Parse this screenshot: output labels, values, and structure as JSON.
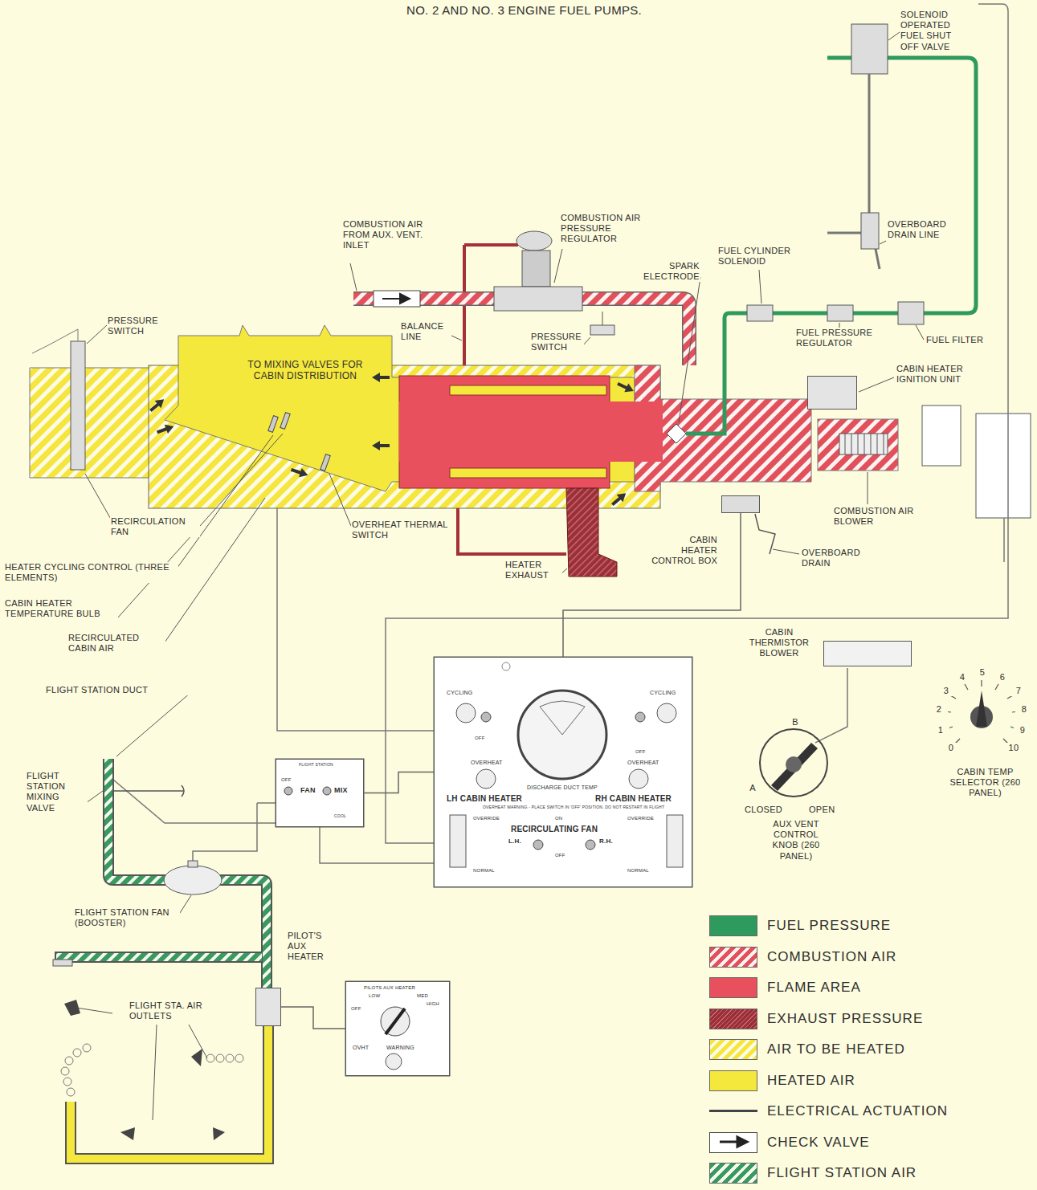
{
  "diagram": {
    "nodes": [
      {
        "text": [
          "TO MIXING VALVES FOR CABIN DISTRIBUTION"
        ]
      },
      {
        "text": [
          "CABIN HEATER CONTROL BOX"
        ]
      },
      {
        "text": [
          "CABIN THERMISTOR BLOWER"
        ]
      },
      {
        "text": [
          "CYCLING",
          "CYCLING",
          "OFF",
          "OFF",
          "OVERHEAT",
          "OVERHEAT",
          "DISCHARGE DUCT TEMP",
          "LH CABIN HEATER",
          "RH CABIN HEATER",
          "OVERHEAT WARNING - PLACE SWITCH IN 'OFF' POSITION. DO NOT RESTART IN FLIGHT",
          "OVERRIDE",
          "ON",
          "OVERRIDE",
          "RECIRCULATING FAN",
          "L.H.",
          "R.H.",
          "OFF",
          "NORMAL",
          "NORMAL"
        ]
      },
      {
        "text": [
          "FLIGHT STATION",
          "OFF",
          "FAN",
          "MIX",
          "COOL"
        ]
      },
      {
        "text": [
          "PILOTS AUX HEATER",
          "LOW",
          "MED",
          "HIGH",
          "OFF",
          "OVHT",
          "WARNING"
        ]
      },
      {
        "text": [
          "CABIN HEATER IGNITION UNIT"
        ]
      },
      {
        "text": [
          "PILOT'S AUX HEATER"
        ]
      }
    ],
    "edges": [
      {
        "from": 1,
        "to": 3,
        "arrow": "none"
      },
      {
        "from": 5,
        "to": 7,
        "arrow": "none"
      },
      {
        "from": 4,
        "to": 3,
        "arrow": "none"
      }
    ],
    "labels": [
      "NO. 2 AND NO. 3 ENGINE FUEL PUMPS.",
      "SOLENOID OPERATED FUEL SHUT OFF VALVE",
      "OVERBOARD DRAIN LINE",
      "COMBUSTION AIR FROM AUX. VENT. INLET",
      "COMBUSTION AIR PRESSURE REGULATOR",
      "SPARK ELECTRODE",
      "FUEL CYLINDER SOLENOID",
      "PRESSURE SWITCH",
      "BALANCE LINE",
      "PRESSURE SWITCH",
      "FUEL PRESSURE REGULATOR",
      "FUEL FILTER",
      "COMBUSTION AIR BLOWER",
      "RECIRCULATION FAN",
      "OVERHEAT THERMAL SWITCH",
      "OVERBOARD DRAIN",
      "HEATER EXHAUST",
      "HEATER CYCLING CONTROL (THREE ELEMENTS)",
      "CABIN HEATER TEMPERATURE BULB",
      "RECIRCULATED CABIN AIR",
      "FLIGHT STATION DUCT",
      "B",
      "A",
      "CLOSED",
      "OPEN",
      "AUX VENT CONTROL KNOB (260 PANEL)",
      "0",
      "1",
      "2",
      "3",
      "4",
      "5",
      "6",
      "7",
      "8",
      "9",
      "10",
      "CABIN TEMP SELECTOR (260 PANEL)",
      "FLIGHT STATION MIXING VALVE",
      "FLIGHT STATION FAN (BOOSTER)",
      "FLIGHT STA. AIR OUTLETS"
    ],
    "legend": [
      {
        "text": "FUEL PRESSURE",
        "color": "#2f9a5e"
      },
      {
        "text": "COMBUSTION AIR"
      },
      {
        "text": "FLAME AREA",
        "color": "#e8505e"
      },
      {
        "text": "EXHAUST PRESSURE"
      },
      {
        "text": "AIR TO BE HEATED"
      },
      {
        "text": "HEATED AIR",
        "color": "#f5e83c"
      },
      {
        "text": "ELECTRICAL ACTUATION"
      },
      {
        "text": "CHECK VALVE"
      },
      {
        "text": "FLIGHT STATION AIR"
      }
    ]
  }
}
